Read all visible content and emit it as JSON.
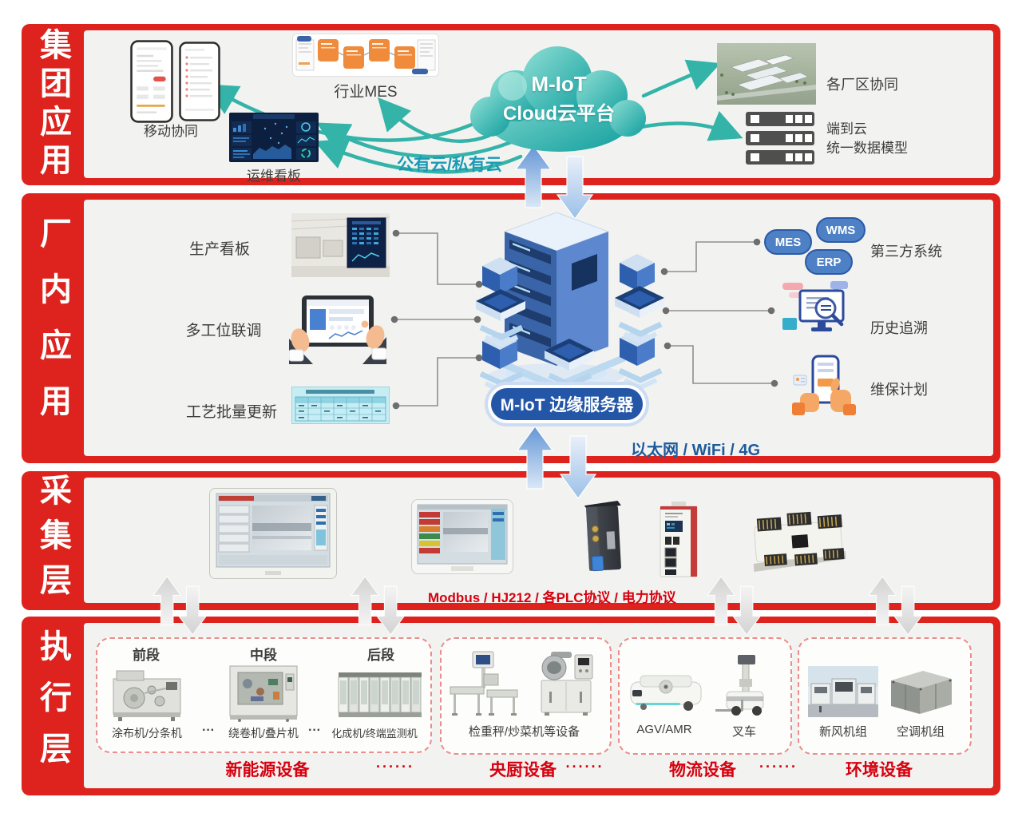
{
  "colors": {
    "accent_red": "#de231e",
    "red_text": "#d7000f",
    "teal": "#34b3a8",
    "teal_text": "#1b9ab5",
    "navy_text": "#1d5a9b",
    "edge_pill_blue": "#2456a8"
  },
  "layers": [
    {
      "label": "集团应用"
    },
    {
      "label": "厂内应用"
    },
    {
      "label": "采集层"
    },
    {
      "label": "执行层"
    }
  ],
  "cloud_layer": {
    "mobile_label": "移动协同",
    "ops_label": "运维看板",
    "mes_label": "行业MES",
    "cloud_line1": "M-IoT",
    "cloud_line2": "Cloud云平台",
    "cloud_type_label": "公有云/私有云",
    "factory_label": "各厂区协同",
    "racks_line1": "端到云",
    "racks_line2": "统一数据模型"
  },
  "factory_layer": {
    "item1": "生产看板",
    "item2": "多工位联调",
    "item3": "工艺批量更新",
    "edge_server_label": "M-IoT 边缘服务器",
    "pill1": "MES",
    "pill2": "WMS",
    "pill3": "ERP",
    "third_party_label": "第三方系统",
    "trace_label": "历史追溯",
    "maintenance_label": "维保计划",
    "network_label": "以太网 / WiFi / 4G"
  },
  "collection_layer": {
    "protocol_label": "Modbus / HJ212 / 各PLC协议 / 电力协议"
  },
  "execution_layer": {
    "group1": {
      "s1_title": "前段",
      "s1_caption": "涂布机/分条机",
      "s2_title": "中段",
      "s2_caption": "绕卷机/叠片机",
      "s3_title": "后段",
      "s3_caption": "化成机/终端监测机",
      "separator": "···",
      "label": "新能源设备"
    },
    "group2": {
      "caption": "检重秤/炒菜机等设备",
      "label": "央厨设备"
    },
    "group3": {
      "caption1": "AGV/AMR",
      "caption2": "叉车",
      "label": "物流设备"
    },
    "group4": {
      "caption1": "新风机组",
      "caption2": "空调机组",
      "label": "环境设备"
    },
    "dots": "······"
  }
}
